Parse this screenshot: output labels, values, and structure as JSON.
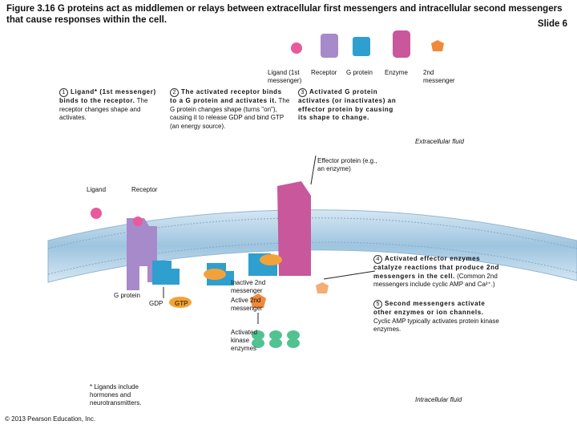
{
  "title": "Figure 3.16 G proteins act as middlemen or relays between extracellular first messengers and intracellular second messengers that cause responses within the cell.",
  "slide_label": "Slide 6",
  "legend": {
    "ligand": "Ligand (1st messenger)",
    "receptor": "Receptor",
    "g_protein": "G protein",
    "enzyme": "Enzyme",
    "second_messenger": "2nd messenger"
  },
  "steps": [
    {
      "num": "1",
      "bold": "Ligand* (1st messenger) binds to the receptor.",
      "text": "The receptor changes shape and activates."
    },
    {
      "num": "2",
      "bold": "The activated receptor binds to a G protein and activates it.",
      "text": "The G protein changes shape (turns \"on\"), causing it to release GDP and bind GTP (an energy source)."
    },
    {
      "num": "3",
      "bold": "Activated G protein activates (or inactivates) an effector protein by causing its shape to change.",
      "text": ""
    },
    {
      "num": "4",
      "bold": "Activated effector enzymes catalyze reactions that produce 2nd messengers in the cell.",
      "text": "(Common 2nd messengers include cyclic AMP and Ca²⁺.)"
    },
    {
      "num": "5",
      "bold": "Second messengers activate other enzymes or ion channels.",
      "text": "Cyclic AMP typically activates protein kinase enzymes."
    }
  ],
  "labels": {
    "extracellular": "Extracellular fluid",
    "intracellular": "Intracellular fluid",
    "effector": "Effector protein (e.g., an enzyme)",
    "ligand": "Ligand",
    "receptor": "Receptor",
    "g_protein": "G protein",
    "gdp": "GDP",
    "gtp": "GTP",
    "inactive_2nd": "Inactive 2nd messenger",
    "active_2nd": "Active 2nd messenger",
    "kinase": "Activated kinase enzymes",
    "footnote": "* Ligands include hormones and neurotransmitters.",
    "copyright": "© 2013 Pearson Education, Inc."
  },
  "colors": {
    "membrane": "#a9c8df",
    "ligand": "#e85a9a",
    "receptor": "#a78ac9",
    "g_protein": "#2f9fcf",
    "enzyme": "#c8579b",
    "gtp": "#f3a23a",
    "second_messenger": "#f08a3a",
    "kinase": "#52c293"
  }
}
